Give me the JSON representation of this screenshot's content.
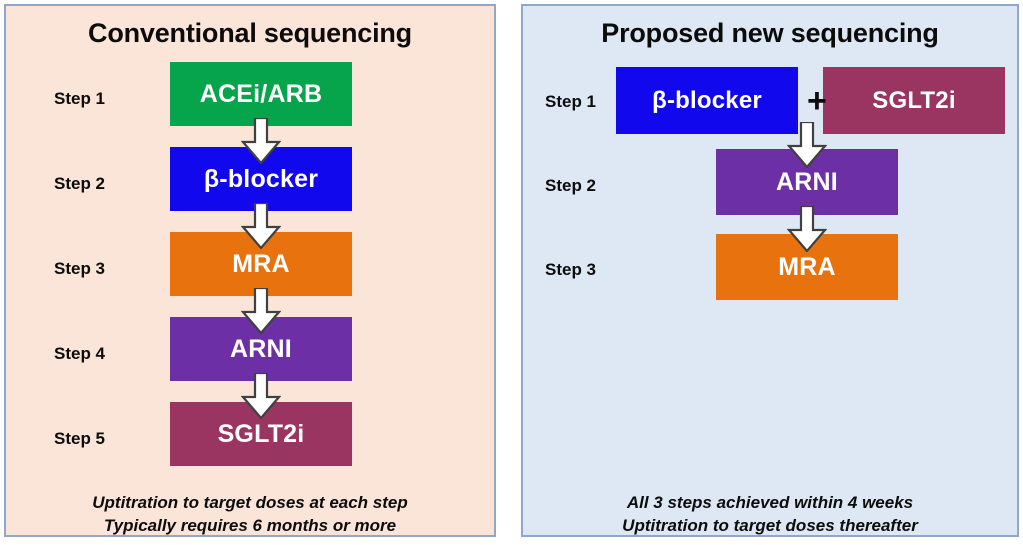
{
  "colors": {
    "left_panel_bg": "#FAE5D8",
    "right_panel_bg": "#DEE8F4",
    "panel_border": "#8FA8C8",
    "acei_arb": "#07A54B",
    "beta_blocker": "#1108EE",
    "mra": "#E8730E",
    "arni": "#6D2FA6",
    "sglt2i": "#9A3562",
    "arrow_fill": "#FFFFFF",
    "arrow_stroke": "#404040",
    "text_dark": "#0C0C0C",
    "text_light": "#FFFFFF"
  },
  "left_panel": {
    "title": "Conventional sequencing",
    "steps": [
      {
        "step_label": "Step 1",
        "drug": "ACEi/ARB",
        "color_key": "acei_arb"
      },
      {
        "step_label": "Step 2",
        "drug": "β-blocker",
        "color_key": "beta_blocker"
      },
      {
        "step_label": "Step 3",
        "drug": "MRA",
        "color_key": "mra"
      },
      {
        "step_label": "Step 4",
        "drug": "ARNI",
        "color_key": "arni"
      },
      {
        "step_label": "Step 5",
        "drug": "SGLT2i",
        "color_key": "sglt2i"
      }
    ],
    "footer": {
      "line1": "Uptitration to target doses at each step",
      "line2": "Typically requires 6 months or more"
    }
  },
  "right_panel": {
    "title": "Proposed new sequencing",
    "steps": [
      {
        "step_label": "Step 1",
        "drug": "β-blocker",
        "color_key": "beta_blocker",
        "combiner": "+",
        "drug2": "SGLT2i",
        "color_key2": "sglt2i"
      },
      {
        "step_label": "Step 2",
        "drug": "ARNI",
        "color_key": "arni"
      },
      {
        "step_label": "Step 3",
        "drug": "MRA",
        "color_key": "mra"
      }
    ],
    "footer": {
      "line1": "All 3 steps achieved within 4 weeks",
      "line2": "Uptitration to target doses thereafter"
    }
  }
}
